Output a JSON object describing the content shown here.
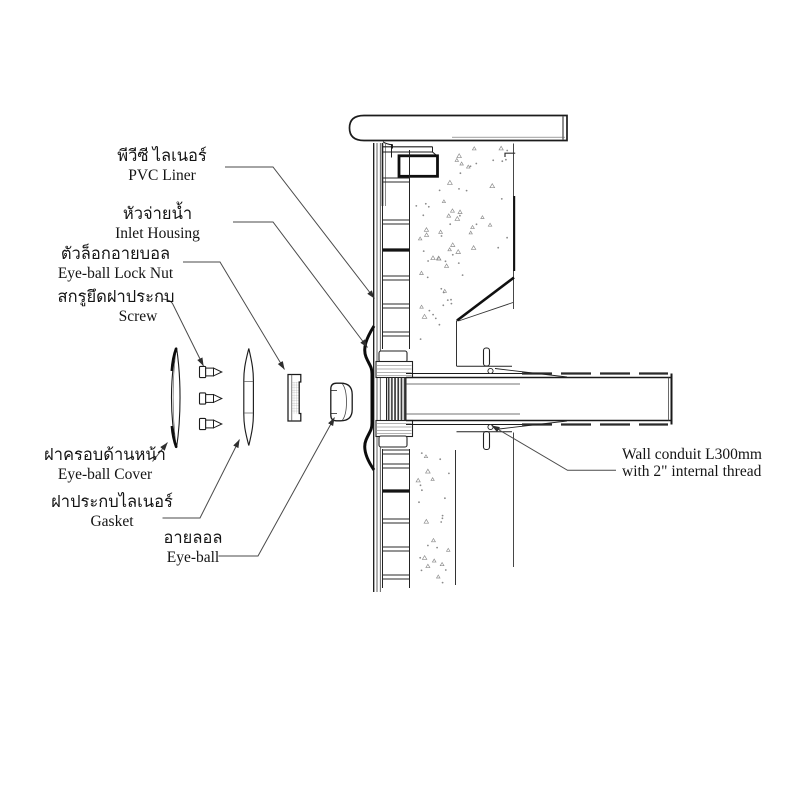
{
  "diagram": {
    "type": "technical-section-detail",
    "subject": "Swimming pool wall inlet fitting exploded section",
    "labels": {
      "pvc_liner": {
        "thai": "พีวีซี ไลเนอร์",
        "english": "PVC Liner"
      },
      "inlet_housing": {
        "thai": "หัวจ่ายน้ำ",
        "english": "Inlet Housing"
      },
      "eyeball_lock_nut": {
        "thai": "ตัวล็อกอายบอล",
        "english": "Eye-ball Lock Nut"
      },
      "screw": {
        "thai": "สกรูยึดฝาประกบ",
        "english": "Screw"
      },
      "eyeball_cover": {
        "thai": "ฝาครอบด้านหน้า",
        "english": "Eye-ball Cover"
      },
      "gasket": {
        "thai": "ฝาประกบไลเนอร์",
        "english": "Gasket"
      },
      "eyeball": {
        "thai": "อายลอล",
        "english": "Eye-ball"
      },
      "wall_conduit": {
        "line1": "Wall conduit L300mm",
        "line2": "with 2\" internal thread"
      }
    },
    "colors": {
      "line": "#1a1a1a",
      "leader": "#4a4a4a",
      "background": "#ffffff",
      "concrete_stipple": "#8a8a8a"
    }
  }
}
